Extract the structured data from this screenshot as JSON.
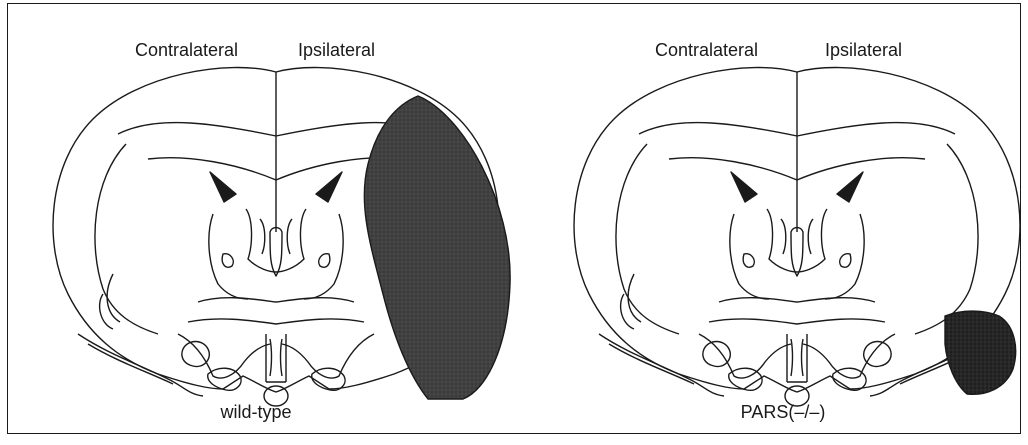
{
  "figure": {
    "panels": [
      {
        "id": "wild-type",
        "condition_label": "wild-type",
        "left_hemisphere_label": "Contralateral",
        "right_hemisphere_label": "Ipsilateral",
        "infarct_extent": "large",
        "infarct_color": "#3a3a3a"
      },
      {
        "id": "pars-knockout",
        "condition_label": "PARS(–/–)",
        "left_hemisphere_label": "Contralateral",
        "right_hemisphere_label": "Ipsilateral",
        "infarct_extent": "small",
        "infarct_color": "#1e1e1e"
      }
    ]
  }
}
